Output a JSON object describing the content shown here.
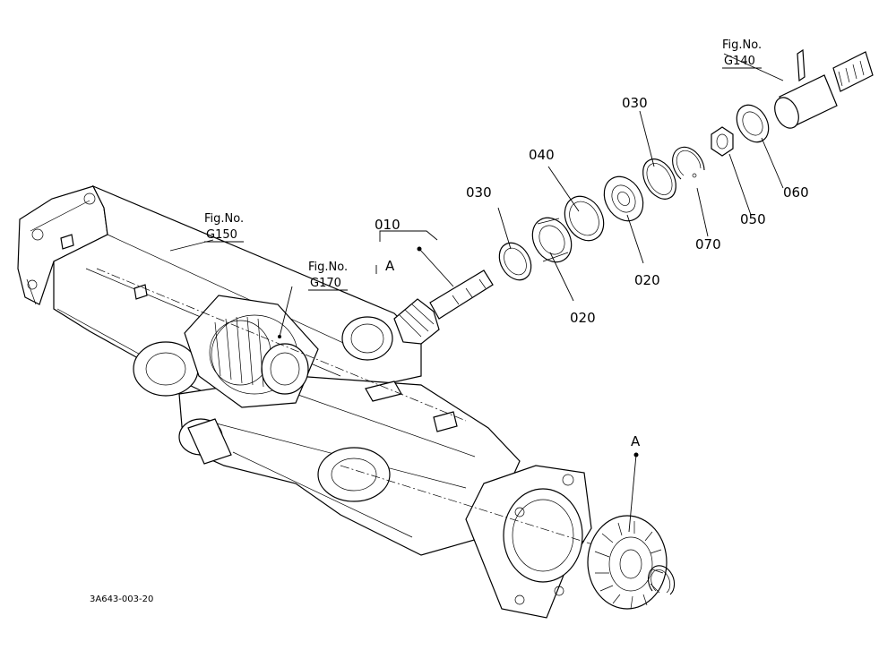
{
  "diagram": {
    "part_numbers": {
      "p010": "010",
      "p020a": "020",
      "p020b": "020",
      "p030a": "030",
      "p030b": "030",
      "p040": "040",
      "p050": "050",
      "p060": "060",
      "p070": "070"
    },
    "fig_refs": {
      "g150": {
        "title": "Fig.No.",
        "code": "G150"
      },
      "g170": {
        "title": "Fig.No.",
        "code": "G170"
      },
      "g140": {
        "title": "Fig.No.",
        "code": "G140"
      }
    },
    "detail_markers": {
      "a_top": "A",
      "a_bottom": "A"
    },
    "drawing_code": "3A643-003-20"
  }
}
